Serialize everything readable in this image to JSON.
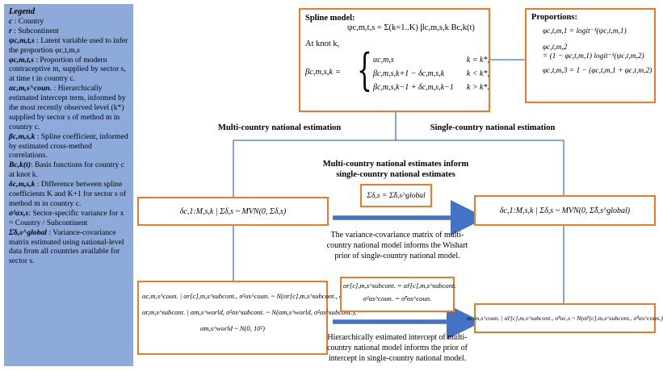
{
  "legend": {
    "title": "Legend",
    "items": [
      {
        "sym": "c",
        "desc": " : Country"
      },
      {
        "sym": "r",
        "desc": " : Subcontinent"
      },
      {
        "sym": "ψc,m,t,s",
        "desc": " : Latent variable used to infer the proportion φc,t,m,s"
      },
      {
        "sym": "φc,m,t,s",
        "desc": " : Proportion of modern contraceptive m, supplied by sector s, at time t in country c."
      },
      {
        "sym": "αc,m,s^coun.",
        "desc": " : Hierarchically estimated intercept term, informed by the most recently observed level (k*) supplied by sector s of method m in country c."
      },
      {
        "sym": "βc,m,s,k",
        "desc": " : Spline coefficient, informed by estimated cross-method correlations."
      },
      {
        "sym": "Bc,k(t)",
        "desc": ": Basis functions for country c at knot k."
      },
      {
        "sym": "δc,m,s,k",
        "desc": " : Difference between spline coefficients K and K+1 for sector s of method m in country c."
      },
      {
        "sym": "σ²αx,s",
        "desc": ": Sector-specific variance for x = Country / Subcontinent"
      },
      {
        "sym": "Σ̂δ,s^global",
        "desc": " : Variance-covariance matrix estimated using national-level data from all countries available for sector s."
      }
    ]
  },
  "spline_box": {
    "title": "Spline model:",
    "formula": "ψc,m,t,s = Σ(k=1..K) βc,m,s,k Bc,k(t)",
    "at_knot": "At knot k,",
    "beta_lhs": "βc,m,s,k =",
    "cases": [
      {
        "expr": "αc,m,s",
        "cond": "k = k*,"
      },
      {
        "expr": "βc,m,s,k+1 − δc,m,s,k",
        "cond": "k < k*,"
      },
      {
        "expr": "βc,m,s,k−1 + δc,m,s,k−1",
        "cond": "k > k*."
      }
    ]
  },
  "proportions_box": {
    "title": "Proportions:",
    "eq1": "φc,t,m,1 = logit⁻¹(ψc,t,m,1)",
    "eq2a": "φc,t,m,2",
    "eq2b": "= (1 − φc,t,m,1) logit⁻¹(ψc,t,m,2)",
    "eq3": "φc,t,m,3 = 1 − (φc,t,m,1 + φc,t,m,2)"
  },
  "headings": {
    "multi": "Multi-country national estimation",
    "single": "Single-country national estimation",
    "center_line1": "Multi-country national estimates inform",
    "center_line2": "single-country national estimates"
  },
  "sigma_box": "Σδ,s = Σ̂δ,s^global",
  "delta_left": "δc,1:M,s,k | Σδ,s ~ MVN(0, Σδ,s)",
  "delta_right": "δc,1:M,s,k | Σδ,s ~ MVN(0, Σ̂δ,s^global)",
  "variance_caption": [
    "The variance-covariance matrix of multi-",
    "country national model informs the Wishart",
    "prior of single-country national model."
  ],
  "alpha_left": [
    "αc,m,s^coun. | αr[c],m,s^subcont., σ²αs^coun. ~ N(αr[c],m,s^subcont., σ²αs^coun.)",
    "αr,m,s^subcont. | αm,s^world, σ²αs^subcont. ~ N(αm,s^world, σ²αs^subcont.),",
    "αm,s^world ~ N(0, 10²)"
  ],
  "alpha_mid": [
    "αr[c],m,s^subcont. = α̂r[c],m,s^subcont.",
    "σ²αs^coun. = σ̂²αs^coun."
  ],
  "alpha_right": "αc,m,s^coun. | α̂r[c],m,s^subcont., σ̂²αc,s ~ N(α̂r[c],m,s^subcont., σ̂²αs^coun.)",
  "intercept_caption": [
    "Hierarchically estimated intercept of multi-",
    "country national model informs the prior of",
    "intercept in single-country national model."
  ],
  "colors": {
    "legend_bg": "#8eaadb",
    "box_border": "#e97b2a",
    "connector": "#4472c4"
  }
}
